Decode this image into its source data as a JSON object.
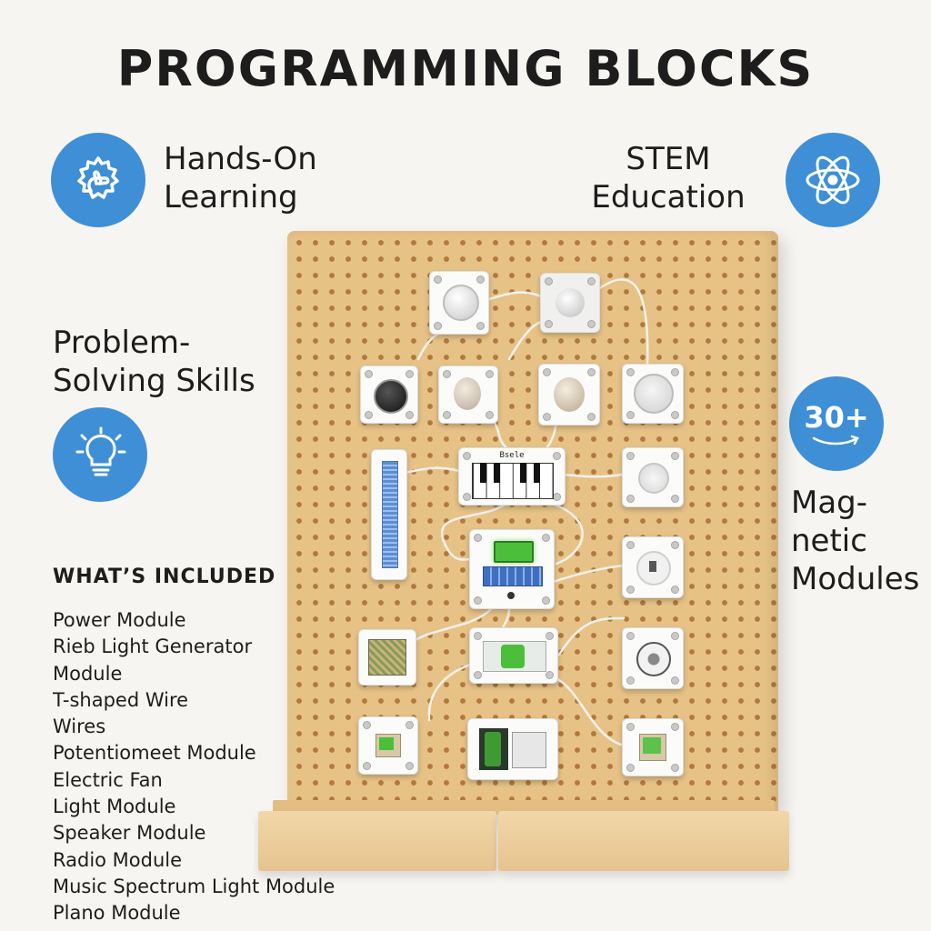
{
  "title": "PROGRAMMING BLOCKS",
  "features": {
    "hands_on": {
      "line1": "Hands-On",
      "line2": "Learning",
      "icon": "gear-hand-icon"
    },
    "stem": {
      "line1": "STEM",
      "line2": "Education",
      "icon": "atom-icon"
    },
    "problem": {
      "line1": "Problem-",
      "line2": "Solving Skills",
      "icon": "lightbulb-icon"
    },
    "magnetic": {
      "badge": "30+",
      "line1": "Mag-",
      "line2": "netic",
      "line3": "Modules",
      "icon": "arrow-swoosh-icon"
    }
  },
  "included": {
    "heading": "WHAT’S INCLUDED",
    "items": [
      "Power Module",
      "Rieb Light Generator",
      "Module",
      "T-shaped Wire",
      "Wires",
      "Potentiomeet Module",
      "Electric Fan",
      "Light Module",
      "Speaker Module",
      "Radio Module",
      "Music Spectrum Light Module",
      "Plano Module"
    ]
  },
  "board": {
    "piano_label": "Bsele"
  },
  "colors": {
    "accent_blue": "#3f8fd6",
    "board": "#e7c287",
    "module_green": "#4bbf3a"
  }
}
